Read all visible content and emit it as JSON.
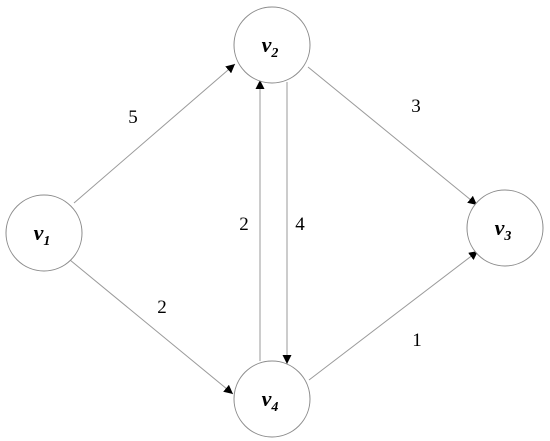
{
  "nodes": [
    {
      "id": "v1",
      "base": "v",
      "sub": "1"
    },
    {
      "id": "v2",
      "base": "v",
      "sub": "2"
    },
    {
      "id": "v3",
      "base": "v",
      "sub": "3"
    },
    {
      "id": "v4",
      "base": "v",
      "sub": "4"
    }
  ],
  "edges": [
    {
      "from": "v1",
      "to": "v2",
      "weight": "5"
    },
    {
      "from": "v1",
      "to": "v4",
      "weight": "2"
    },
    {
      "from": "v2",
      "to": "v3",
      "weight": "3"
    },
    {
      "from": "v2",
      "to": "v4",
      "weight": "4"
    },
    {
      "from": "v4",
      "to": "v2",
      "weight": "2"
    },
    {
      "from": "v4",
      "to": "v3",
      "weight": "1"
    }
  ],
  "colors": {
    "node_stroke": "#8c8c8c",
    "edge_stroke": "#9a9a9a",
    "arrowhead": "#000000",
    "text": "#000000"
  }
}
